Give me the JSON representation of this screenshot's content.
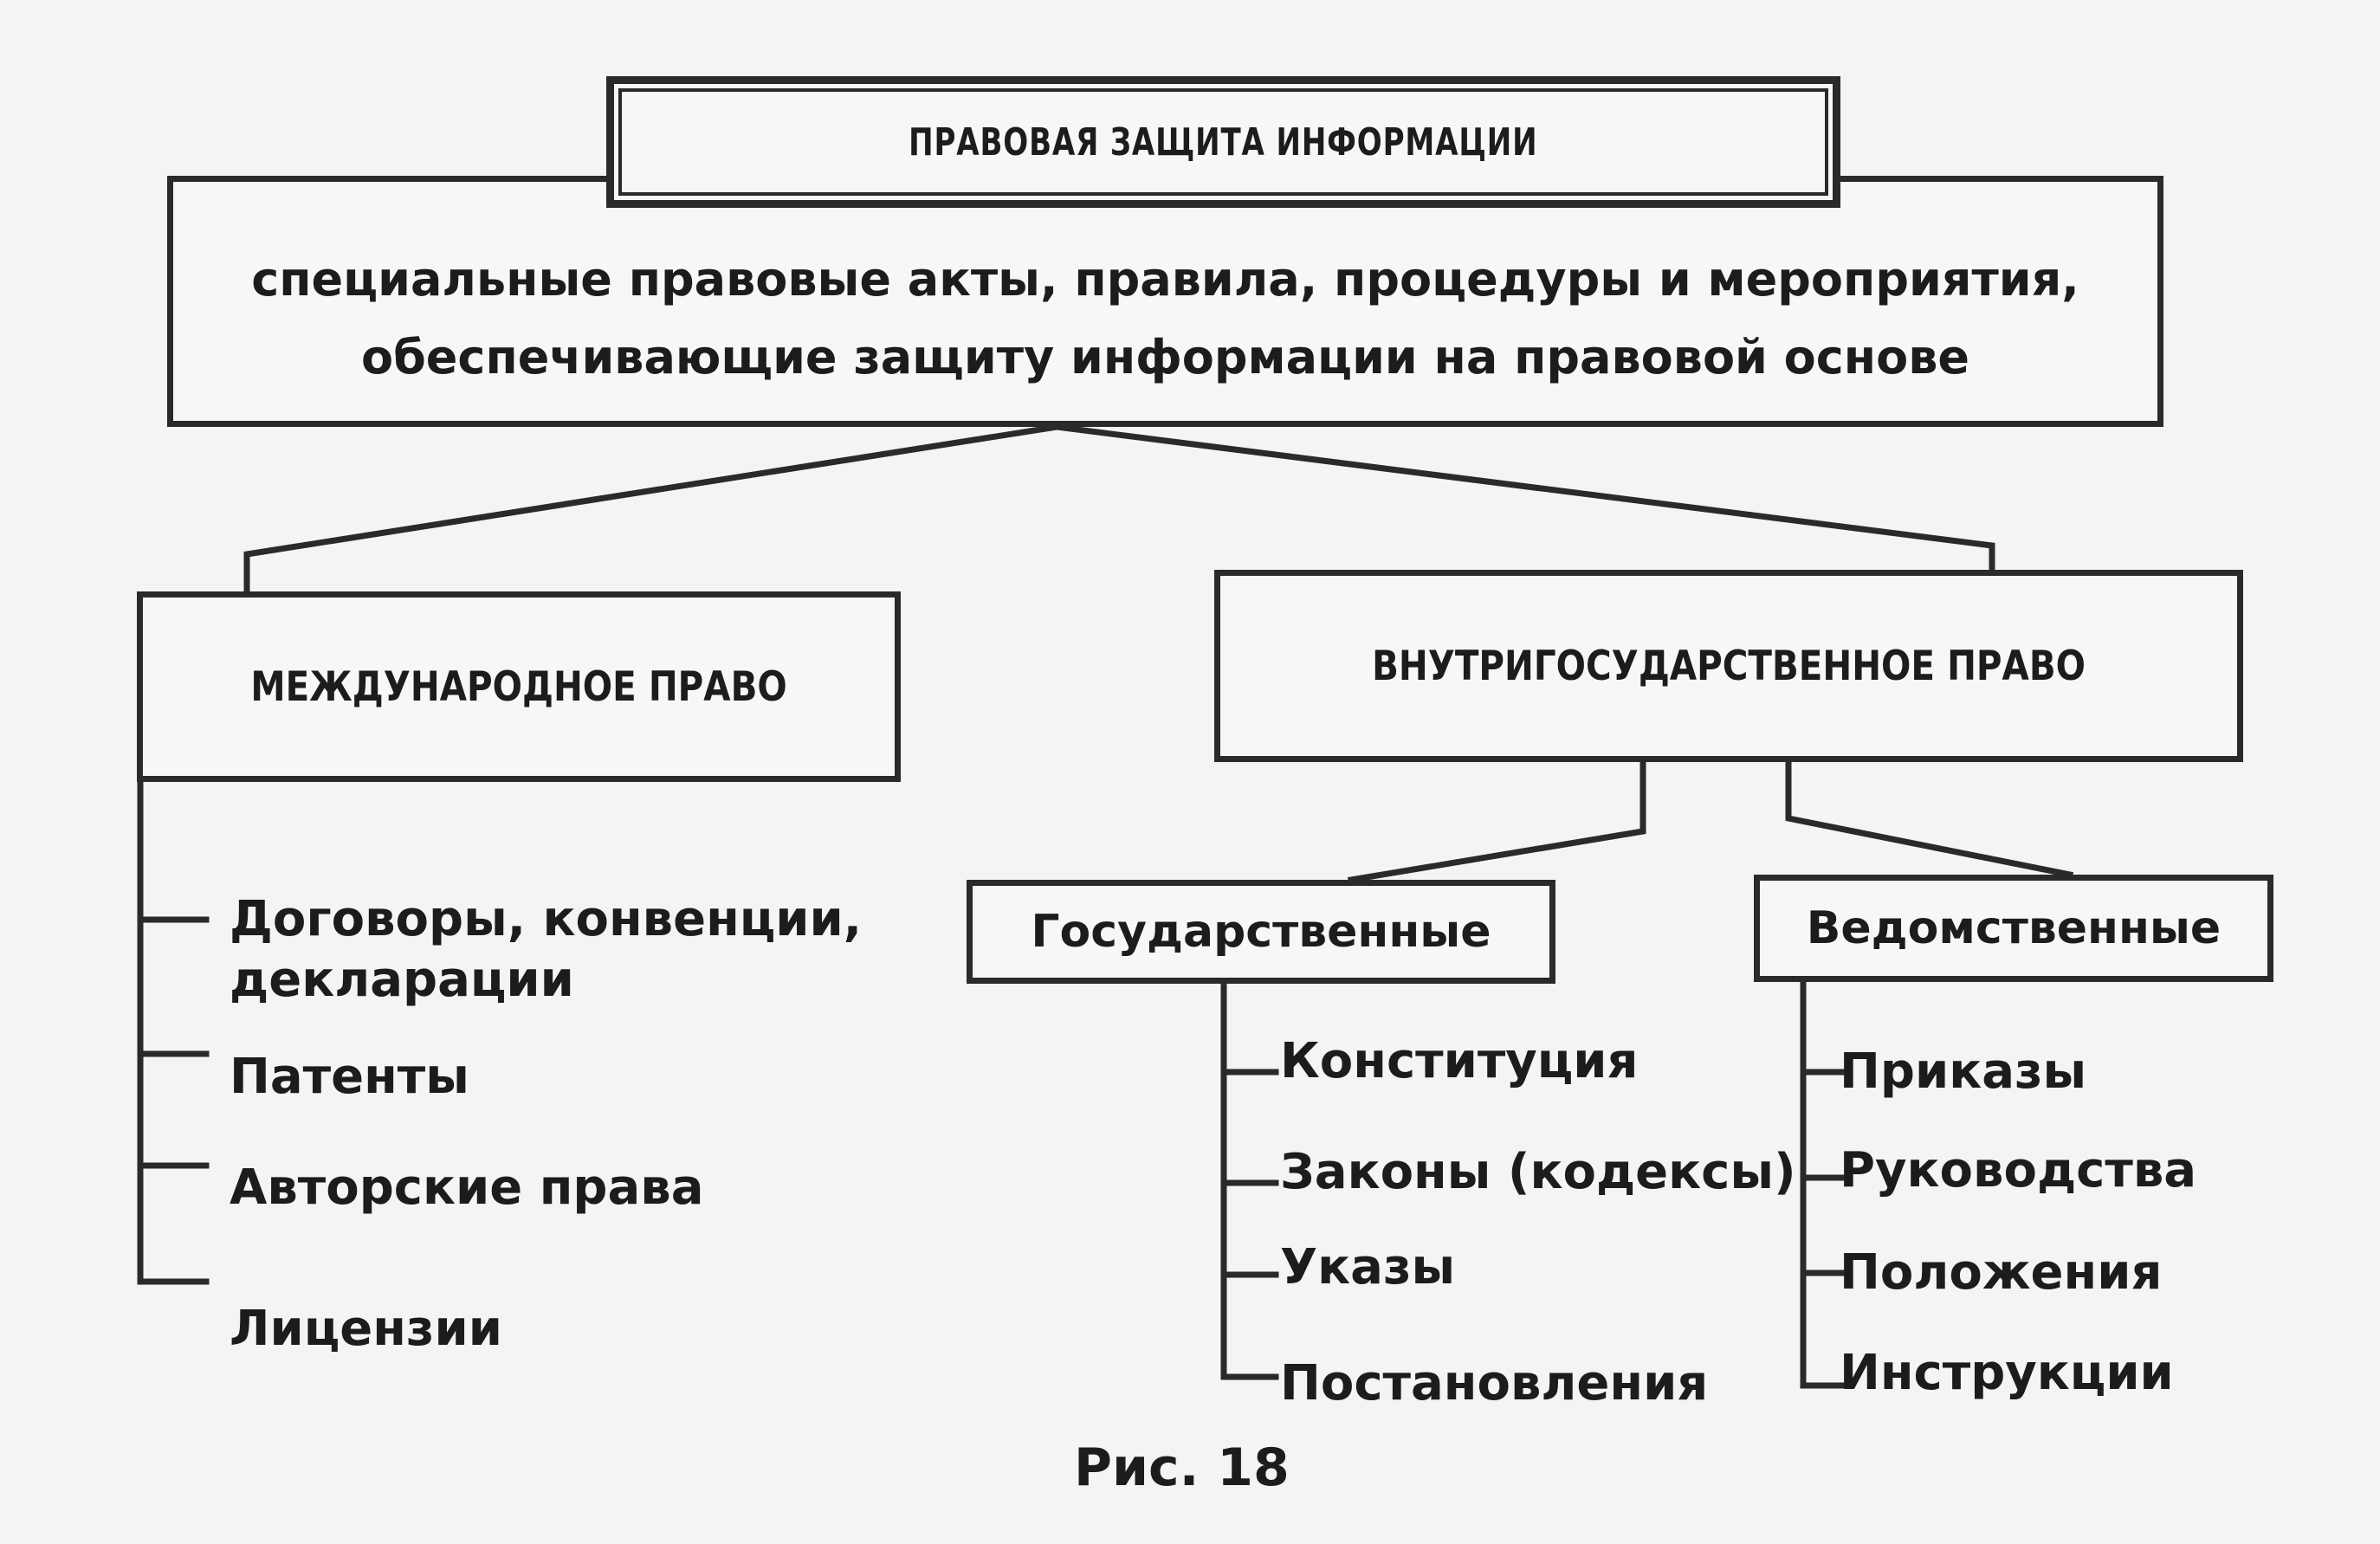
{
  "title": "ПРАВОВАЯ ЗАЩИТА ИНФОРМАЦИИ",
  "description": {
    "line1": "специальные правовые акты, правила, процедуры и мероприятия,",
    "line2": "обеспечивающие защиту информации на правовой основе"
  },
  "international": {
    "label": "МЕЖДУНАРОДНОЕ ПРАВО",
    "items": [
      "Договоры, конвенции,",
      "декларации",
      "Патенты",
      "Авторские права",
      "Лицензии"
    ]
  },
  "domestic": {
    "label": "ВНУТРИГОСУДАРСТВЕННОЕ ПРАВО",
    "state": {
      "label": "Государственные",
      "items": [
        "Конституция",
        "Законы (кодексы)",
        "Указы",
        "Постановления"
      ]
    },
    "departmental": {
      "label": "Ведомственные",
      "items": [
        "Приказы",
        "Руководства",
        "Положения",
        "Инструкции"
      ]
    }
  },
  "caption": "Рис. 18",
  "colors": {
    "ink": "#2a2a2a",
    "paper": "#f4f4f2"
  }
}
